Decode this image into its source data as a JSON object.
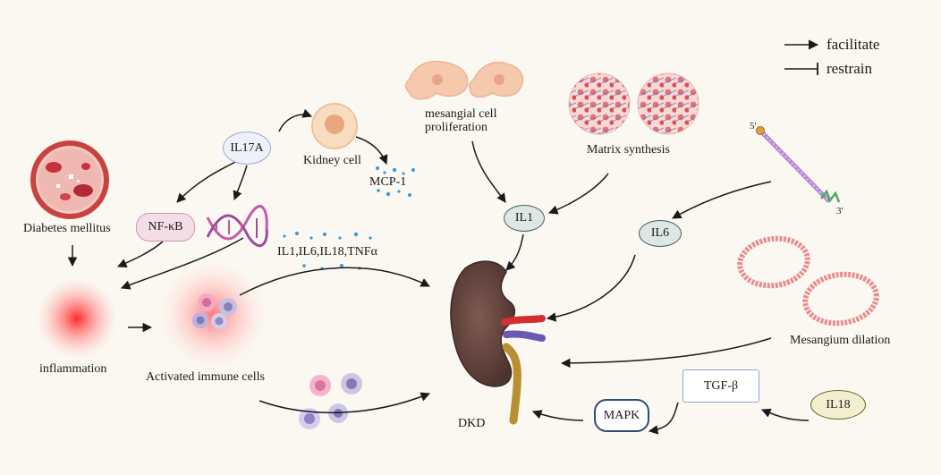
{
  "legend": {
    "facilitate": "facilitate",
    "restrain": "restrain"
  },
  "labels": {
    "diabetes": "Diabetes mellitus",
    "inflammation": "inflammation",
    "activated_immune": "Activated immune cells",
    "kidney_cell": "Kidney cell",
    "mcp1": "MCP-1",
    "cytokines": "IL1,IL6,IL18,TNFα",
    "mesangial_prolif_1": "mesangial cell",
    "mesangial_prolif_2": "proliferation",
    "matrix_synthesis": "Matrix synthesis",
    "mesangium_dilation": "Mesangium dilation",
    "dkd": "DKD",
    "rna_5": "5'",
    "rna_3": "3'"
  },
  "nodes": {
    "il17a": "IL17A",
    "nfkb": "NF-κB",
    "il1": "IL1",
    "il6": "IL6",
    "tgfb": "TGF-β",
    "mapk": "MAPK",
    "il18": "IL18"
  },
  "colors": {
    "background": "#fbf8f1",
    "arrow": "#1a1a1a",
    "il17a_fill": "#eef0fa",
    "il17a_border": "#9fa6d6",
    "nfkb_fill": "#f5dde8",
    "nfkb_border": "#c59ab5",
    "il_fill": "#dde8e6",
    "il_border": "#46605a",
    "mapk_border": "#2f4a77",
    "tgfb_border": "#8fa3c8",
    "il18_fill": "#f2efcf",
    "il18_border": "#6b5f28",
    "kidney": "#6b4a45",
    "inflammation_red": "#ff3333"
  }
}
